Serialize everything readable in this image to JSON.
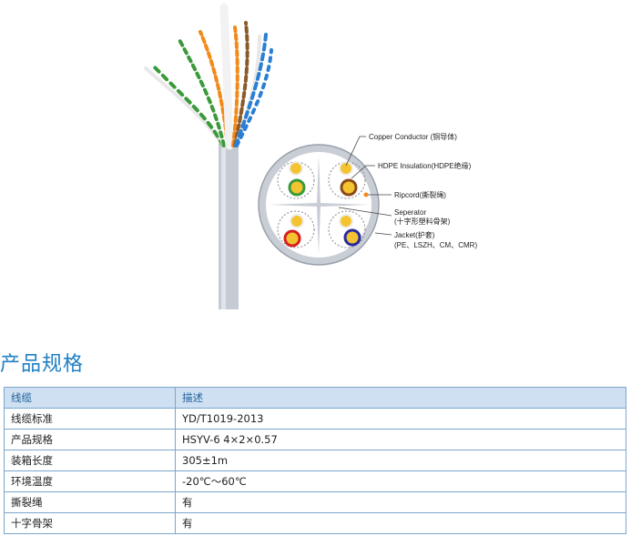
{
  "figure": {
    "labels": {
      "copper": "Copper Conductor (铜导体)",
      "insulation": "HDPE Insulation(HDPE绝缘)",
      "ripcord": "Ripcord(撕裂绳)",
      "separator_1": "Seperator",
      "separator_2": "(十字形塑料骨架)",
      "jacket_1": "Jacket(护套)",
      "jacket_2": "(PE、LSZH、CM、CMR)"
    },
    "colors": {
      "jacket": "#c9ced6",
      "copper": "#f4c430",
      "pair_green": "#3a9a3a",
      "pair_brown": "#8b4a1a",
      "pair_red": "#d42020",
      "pair_blue": "#2a2aa0",
      "ripcord": "#f28a1a"
    }
  },
  "section": {
    "title": "产品规格"
  },
  "table": {
    "header": [
      "线缆",
      "描述"
    ],
    "rows": [
      [
        "线缆标准",
        "YD/T1019-2013"
      ],
      [
        "产品规格",
        "HSYV-6 4×2×0.57"
      ],
      [
        "装箱长度",
        "305±1m"
      ],
      [
        "环境温度",
        "-20℃～60℃"
      ],
      [
        "撕裂绳",
        "有"
      ],
      [
        "十字骨架",
        "有"
      ]
    ]
  }
}
